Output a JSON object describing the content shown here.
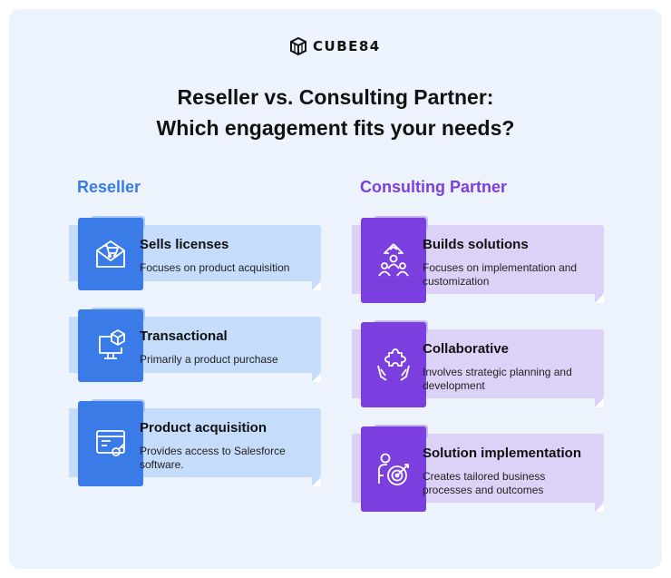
{
  "brand": {
    "name": "CUBE84",
    "icon": "cube-icon"
  },
  "title": {
    "line1": "Reseller vs. Consulting Partner:",
    "line2": "Which engagement fits your needs?"
  },
  "colors": {
    "reseller_accent": "#3a7be7",
    "reseller_panel": "#c5dcfb",
    "partner_accent": "#7b3fe0",
    "partner_panel": "#dcd2f7",
    "background": "#edf3fd"
  },
  "reseller": {
    "heading": "Reseller",
    "cards": [
      {
        "title": "Sells licenses",
        "desc": "Focuses on product acquisition",
        "icon": "envelope-cart-icon"
      },
      {
        "title": "Transactional",
        "desc": "Primarily a product purchase",
        "icon": "monitor-cube-icon"
      },
      {
        "title": "Product acquisition",
        "desc": "Provides access to Salesforce software.",
        "icon": "browser-key-icon"
      }
    ]
  },
  "partner": {
    "heading": "Consulting Partner",
    "cards": [
      {
        "title": "Builds solutions",
        "desc": "Focuses on implementation and customization",
        "icon": "team-growth-icon"
      },
      {
        "title": "Collaborative",
        "desc": "Involves strategic planning and development",
        "icon": "hands-puzzle-icon"
      },
      {
        "title": "Solution implementation",
        "desc": "Creates tailored business processes and outcomes",
        "icon": "person-target-icon"
      }
    ]
  }
}
